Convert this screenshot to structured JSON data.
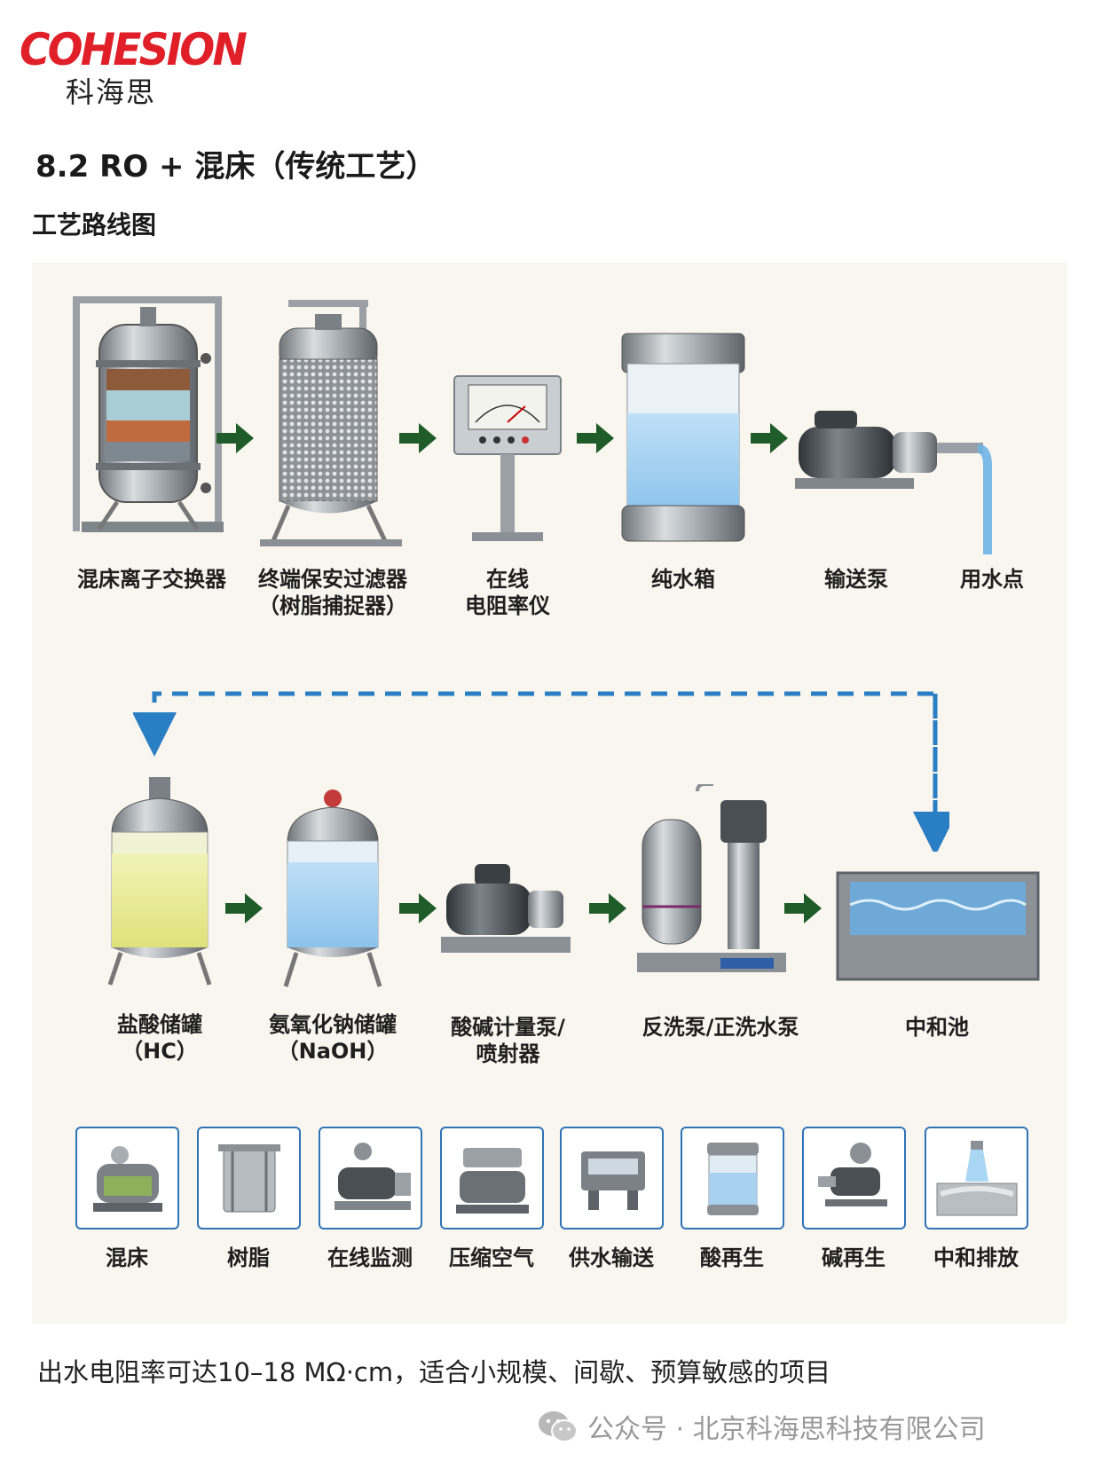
{
  "logo": {
    "mark": "COHESION",
    "cn": "科海思"
  },
  "section_title": "8.2 RO + 混床（传统工艺）",
  "sub_title": "工艺路线图",
  "top_row": [
    {
      "line1": "混床离子交换器",
      "line2": ""
    },
    {
      "line1": "终端保安过滤器",
      "line2": "（树脂捕捉器）"
    },
    {
      "line1": "在线",
      "line2": "电阻率仪"
    },
    {
      "line1": "纯水箱",
      "line2": ""
    },
    {
      "line1": "输送泵",
      "line2": ""
    },
    {
      "line1": "用水点",
      "line2": ""
    }
  ],
  "bottom_row": [
    {
      "line1": "盐酸储罐",
      "line2": "（HC）"
    },
    {
      "line1": "氨氧化钠储罐",
      "line2": "（NaOH）"
    },
    {
      "line1": "酸碱计量泵/",
      "line2": "喷射器"
    },
    {
      "line1": "反洗泵/正洗水泵",
      "line2": ""
    },
    {
      "line1": "中和池",
      "line2": ""
    }
  ],
  "cards": [
    "混床",
    "树脂",
    "在线监测",
    "压缩空气",
    "供水输送",
    "酸再生",
    "碱再生",
    "中和排放"
  ],
  "summary": "出水电阻率可达10–18 MΩ·cm，适合小规模、间歇、预算敏感的项目",
  "footer": "公众号 · 北京科海思科技有限公司",
  "icons": [
    "wechat-icon",
    "arrow-right-icon",
    "dashed-return-arrow"
  ],
  "colors": {
    "brand": "#e01f28",
    "arrow": "#1f5c2a",
    "dashed": "#2a7fc4",
    "card_border": "#2f73b8"
  }
}
